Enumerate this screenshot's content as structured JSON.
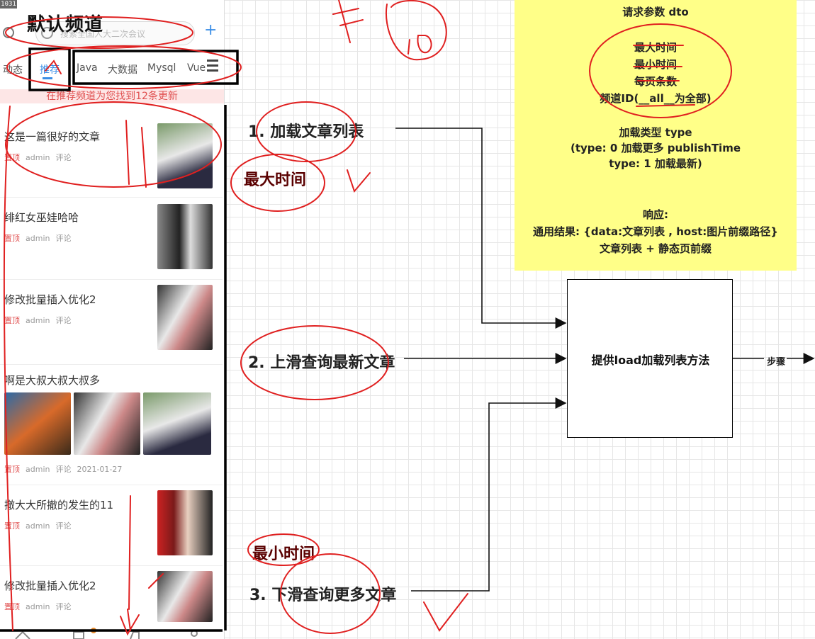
{
  "app": {
    "badge": "1031",
    "channel_title": "默认频道",
    "search_placeholder": "搜索全国人大二次会议",
    "add_icon": "plus-icon",
    "tabs": [
      "动态",
      "推荐",
      "Java",
      "大数据",
      "Mysql",
      "Vue"
    ],
    "active_tab": "推荐",
    "refresh_banner": "在推荐频道为您找到12条更新",
    "articles": [
      {
        "title": "这是一篇很好的文章",
        "top": "置顶",
        "author": "admin",
        "comment": "评论",
        "date": ""
      },
      {
        "title": "绯红女巫娃哈哈",
        "top": "置顶",
        "author": "admin",
        "comment": "评论",
        "date": ""
      },
      {
        "title": "修改批量插入优化2",
        "top": "置顶",
        "author": "admin",
        "comment": "评论",
        "date": ""
      },
      {
        "title": "啊是大叔大叔大叔多",
        "top": "置顶",
        "author": "admin",
        "comment": "评论",
        "date": "2021-01-27"
      },
      {
        "title": "撤大大所撤的发生的11",
        "top": "置顶",
        "author": "admin",
        "comment": "评论",
        "date": ""
      },
      {
        "title": "修改批量插入优化2",
        "top": "置顶",
        "author": "admin",
        "comment": "评论",
        "date": ""
      }
    ]
  },
  "diagram": {
    "steps": [
      "1. 加载文章列表",
      "2. 上滑查询最新文章",
      "3. 下滑查询更多文章"
    ],
    "handnotes": [
      "最大时间",
      "最小时间"
    ],
    "spec": {
      "title": "请求参数 dto",
      "params": [
        "最大时间",
        "最小时间",
        "每页条数",
        "频道ID(__all__为全部)"
      ],
      "type_title": "加载类型 type",
      "type_lines": [
        "(type: 0 加载更多    publishTime",
        "type: 1 加载最新)"
      ],
      "response_title": "响应:",
      "response_lines": [
        "通用结果: {data:文章列表 , host:图片前缀路径}",
        "文章列表  +  静态页前缀"
      ]
    },
    "method_label": "提供load加载列表方法",
    "next_label": "步骤"
  },
  "colors": {
    "annotation_red": "#e02020",
    "note_yellow": "#ffff88",
    "accent_blue": "#3a8ee6"
  }
}
